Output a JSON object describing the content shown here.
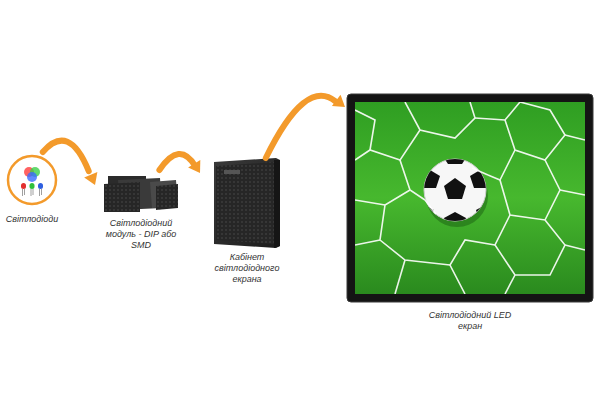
{
  "diagram": {
    "nodes": [
      {
        "text": [
          "Світлодіоди"
        ]
      },
      {
        "text": [
          "Світлодіодний модуль - DIP або SMD"
        ]
      },
      {
        "text": [
          "Кабінет світлодіодного екрана"
        ]
      },
      {
        "text": [
          "Світлодіодний LED екран"
        ]
      }
    ],
    "edges": [
      {
        "from": 0,
        "to": 1,
        "arrow": "to"
      },
      {
        "from": 1,
        "to": 2,
        "arrow": "to"
      },
      {
        "from": 2,
        "to": 3,
        "arrow": "to"
      }
    ]
  }
}
